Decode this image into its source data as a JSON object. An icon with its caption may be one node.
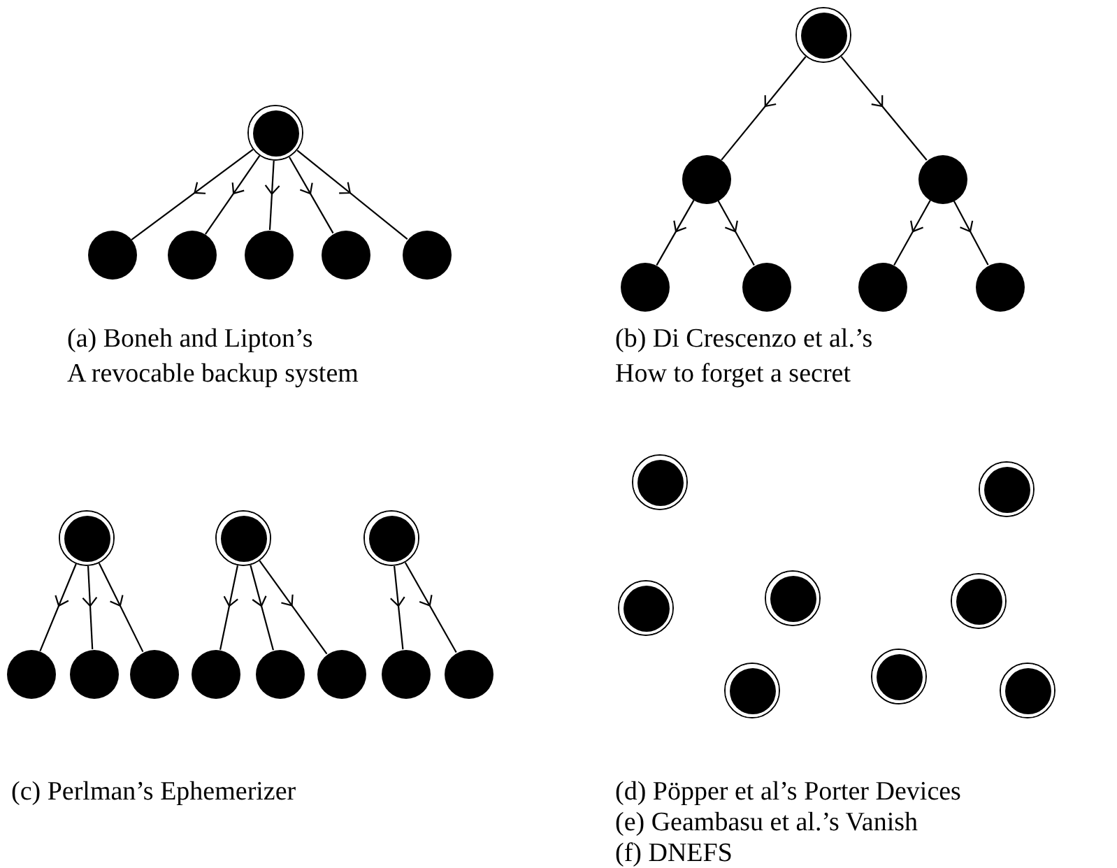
{
  "diagram": {
    "nodes": [
      {
        "text": [],
        "shape": "ring"
      },
      {
        "text": [],
        "shape": "circle"
      },
      {
        "text": [],
        "shape": "circle"
      },
      {
        "text": [],
        "shape": "circle"
      },
      {
        "text": [],
        "shape": "circle"
      },
      {
        "text": [],
        "shape": "circle"
      },
      {
        "text": [],
        "shape": "ring"
      },
      {
        "text": [],
        "shape": "circle"
      },
      {
        "text": [],
        "shape": "circle"
      },
      {
        "text": [],
        "shape": "circle"
      },
      {
        "text": [],
        "shape": "circle"
      },
      {
        "text": [],
        "shape": "circle"
      },
      {
        "text": [],
        "shape": "circle"
      },
      {
        "text": [],
        "shape": "ring"
      },
      {
        "text": [],
        "shape": "ring"
      },
      {
        "text": [],
        "shape": "ring"
      },
      {
        "text": [],
        "shape": "circle"
      },
      {
        "text": [],
        "shape": "circle"
      },
      {
        "text": [],
        "shape": "circle"
      },
      {
        "text": [],
        "shape": "circle"
      },
      {
        "text": [],
        "shape": "circle"
      },
      {
        "text": [],
        "shape": "circle"
      },
      {
        "text": [],
        "shape": "circle"
      },
      {
        "text": [],
        "shape": "circle"
      },
      {
        "text": [],
        "shape": "ring"
      },
      {
        "text": [],
        "shape": "ring"
      },
      {
        "text": [],
        "shape": "ring"
      },
      {
        "text": [],
        "shape": "ring"
      },
      {
        "text": [],
        "shape": "ring"
      },
      {
        "text": [],
        "shape": "ring"
      },
      {
        "text": [],
        "shape": "ring"
      },
      {
        "text": [],
        "shape": "ring"
      }
    ],
    "edges": [
      {
        "from": 0,
        "to": 1,
        "arrow": "to"
      },
      {
        "from": 0,
        "to": 2,
        "arrow": "to"
      },
      {
        "from": 0,
        "to": 3,
        "arrow": "to"
      },
      {
        "from": 0,
        "to": 4,
        "arrow": "to"
      },
      {
        "from": 0,
        "to": 5,
        "arrow": "to"
      },
      {
        "from": 6,
        "to": 7,
        "arrow": "to"
      },
      {
        "from": 6,
        "to": 8,
        "arrow": "to"
      },
      {
        "from": 7,
        "to": 9,
        "arrow": "to"
      },
      {
        "from": 7,
        "to": 10,
        "arrow": "to"
      },
      {
        "from": 8,
        "to": 11,
        "arrow": "to"
      },
      {
        "from": 8,
        "to": 12,
        "arrow": "to"
      },
      {
        "from": 13,
        "to": 16,
        "arrow": "to"
      },
      {
        "from": 13,
        "to": 17,
        "arrow": "to"
      },
      {
        "from": 13,
        "to": 18,
        "arrow": "to"
      },
      {
        "from": 14,
        "to": 19,
        "arrow": "to"
      },
      {
        "from": 14,
        "to": 20,
        "arrow": "to"
      },
      {
        "from": 14,
        "to": 21,
        "arrow": "to"
      },
      {
        "from": 15,
        "to": 22,
        "arrow": "to"
      },
      {
        "from": 15,
        "to": 23,
        "arrow": "to"
      }
    ],
    "labels": [
      "(a) Boneh and Lipton’s",
      "A revocable backup system",
      "(b) Di Crescenzo et al.’s",
      "How to forget a secret",
      "(c) Perlman’s Ephemerizer",
      "(d) Pöpper et al’s Porter Devices",
      "(e) Geambasu et al.’s Vanish",
      "(f) DNEFS"
    ]
  }
}
